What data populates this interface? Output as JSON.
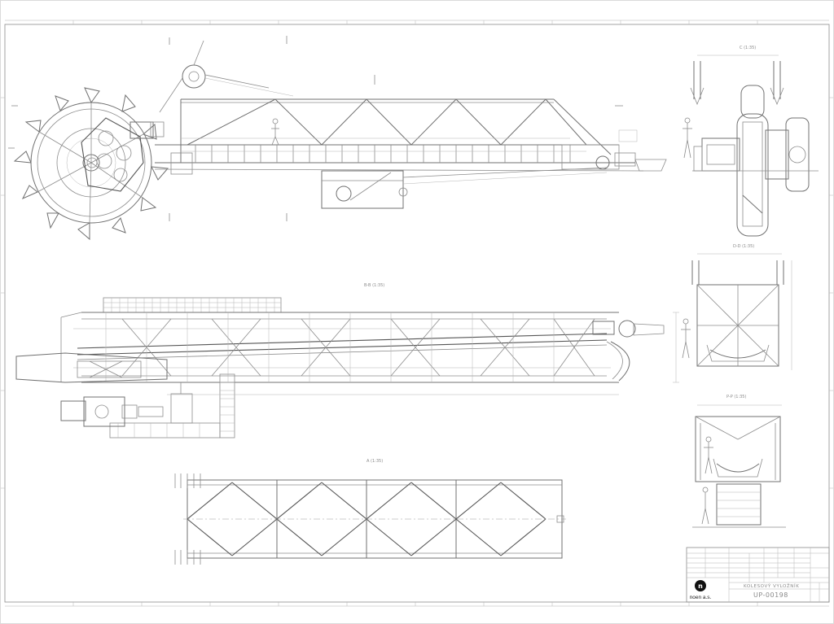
{
  "views": {
    "section_c": "C (1:35)",
    "section_bb": "B-B (1:35)",
    "section_dd": "D-D (1:35)",
    "section_pp": "P-P (1:35)",
    "view_a": "A (1:35)"
  },
  "title_block": {
    "company": "noen a.s.",
    "logo_letter": "n",
    "drawing_title": "KOLESOVÝ VYLOŽNÍK",
    "drawing_number": "UP-00198"
  },
  "colors": {
    "line": "#8c8c8c",
    "logo": "#111111"
  }
}
